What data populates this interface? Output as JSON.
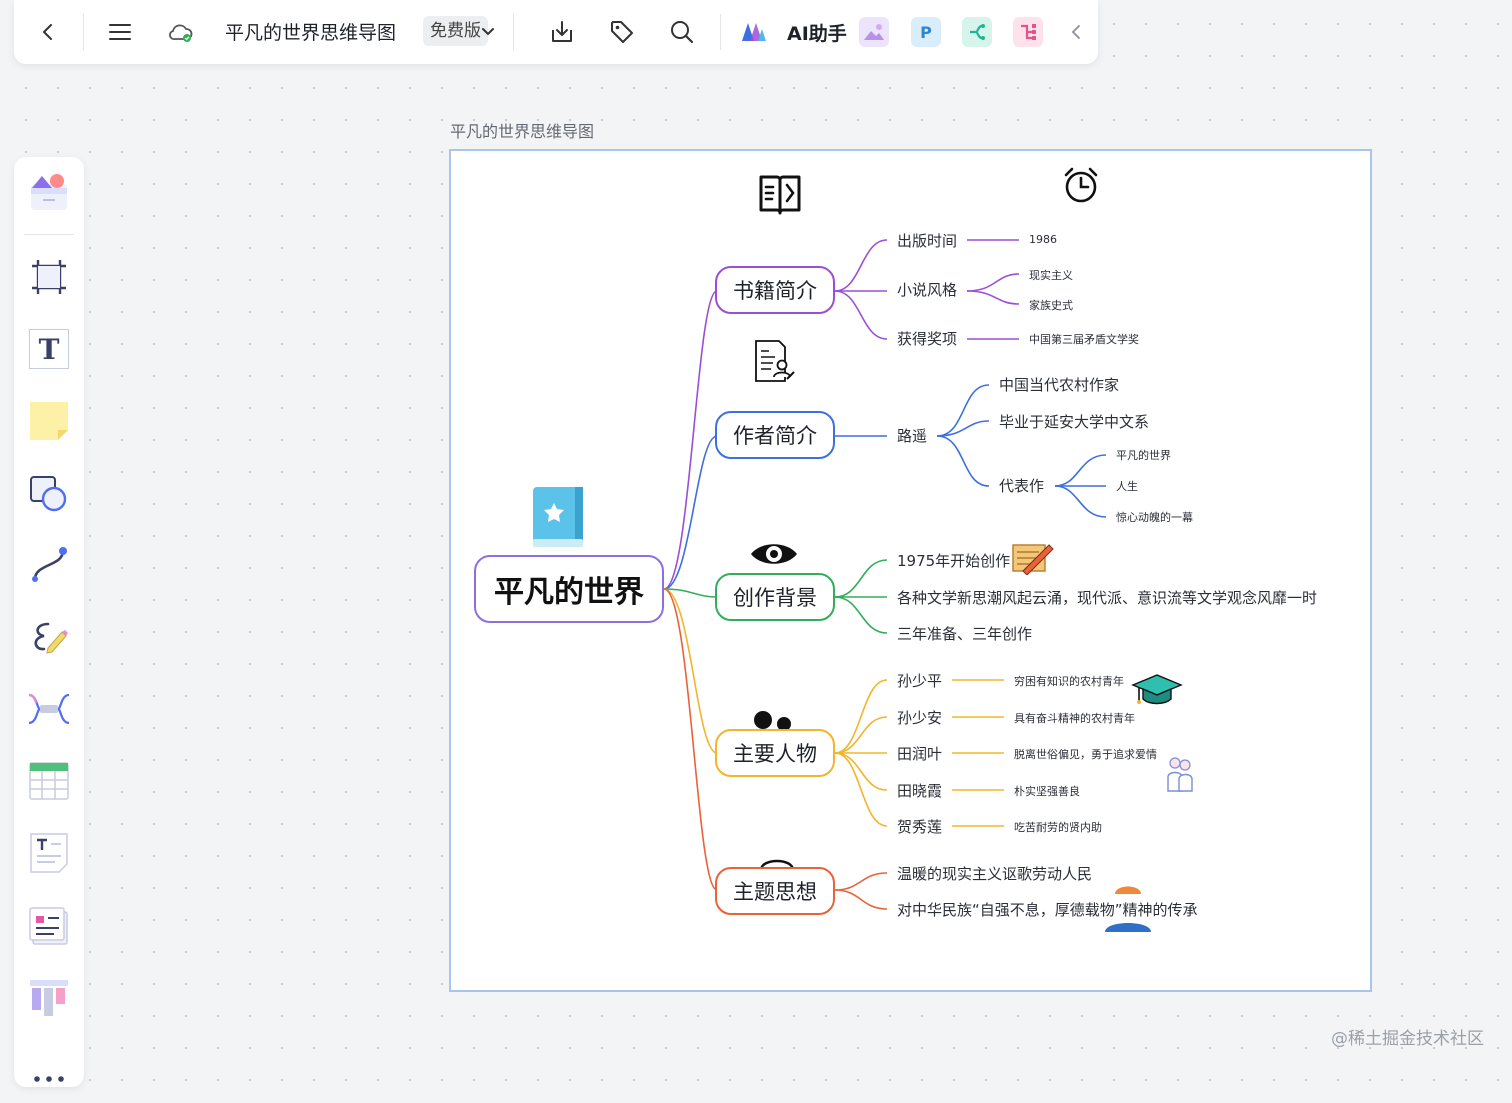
{
  "toolbar": {
    "doc_title": "平凡的世界思维导图",
    "plan_badge": "免费版",
    "ai_label": "AI助手",
    "icons": [
      "back-icon",
      "menu-icon",
      "cloud-sync-icon",
      "chevron-down-icon",
      "download-icon",
      "tag-icon",
      "search-icon",
      "ai-logo-icon",
      "ai-image-icon",
      "ai-ppt-icon",
      "ai-mindmap-icon",
      "ai-flow-icon",
      "collapse-icon"
    ],
    "ppt_letter": "P"
  },
  "sidebar": {
    "tools": [
      "templates-icon",
      "frame-icon",
      "text-icon",
      "sticky-note-icon",
      "shape-icon",
      "connector-icon",
      "pen-icon",
      "mindmap-icon",
      "table-icon",
      "text-doc-icon",
      "card-icon",
      "kanban-icon",
      "more-icon"
    ],
    "text_tool_letter": "T"
  },
  "canvas": {
    "frame_label": "平凡的世界思维导图",
    "watermark": "@稀土掘金技术社区"
  },
  "mindmap": {
    "root": "平凡的世界",
    "colors": {
      "purple": "#9b4fd6",
      "blue": "#3e6fe0",
      "green": "#32ad5a",
      "yellow": "#f2b52b",
      "orange": "#e8623a",
      "root_border": "#8e6fe0"
    },
    "branches": [
      {
        "label": "书籍简介",
        "children": [
          {
            "label": "出版时间",
            "children": [
              "1986"
            ]
          },
          {
            "label": "小说风格",
            "children": [
              "现实主义",
              "家族史式"
            ]
          },
          {
            "label": "获得奖项",
            "children": [
              "中国第三届矛盾文学奖"
            ]
          }
        ]
      },
      {
        "label": "作者简介",
        "child": "路遥",
        "details": [
          "中国当代农村作家",
          "毕业于延安大学中文系"
        ],
        "works_label": "代表作",
        "works": [
          "平凡的世界",
          "人生",
          "惊心动魄的一幕"
        ]
      },
      {
        "label": "创作背景",
        "children": [
          "1975年开始创作",
          "各种文学新思潮风起云涌，现代派、意识流等文学观念风靡一时",
          "三年准备、三年创作"
        ]
      },
      {
        "label": "主要人物",
        "characters": [
          {
            "name": "孙少平",
            "desc": "穷困有知识的农村青年"
          },
          {
            "name": "孙少安",
            "desc": "具有奋斗精神的农村青年"
          },
          {
            "name": "田润叶",
            "desc": "脱离世俗偏见，勇于追求爱情"
          },
          {
            "name": "田晓霞",
            "desc": "朴实坚强善良"
          },
          {
            "name": "贺秀莲",
            "desc": "吃苦耐劳的贤内助"
          }
        ]
      },
      {
        "label": "主题思想",
        "children": [
          "温暖的现实主义讴歌劳动人民",
          "对中华民族“自强不息，厚德载物”精神的传承"
        ]
      }
    ],
    "stickers": [
      "book-icon",
      "alarm-clock-icon",
      "resume-icon",
      "book-star-icon",
      "eye-icon",
      "writing-icon",
      "people-icon",
      "graduation-cap-icon",
      "couple-icon",
      "globe-icon",
      "worker-icon"
    ]
  }
}
